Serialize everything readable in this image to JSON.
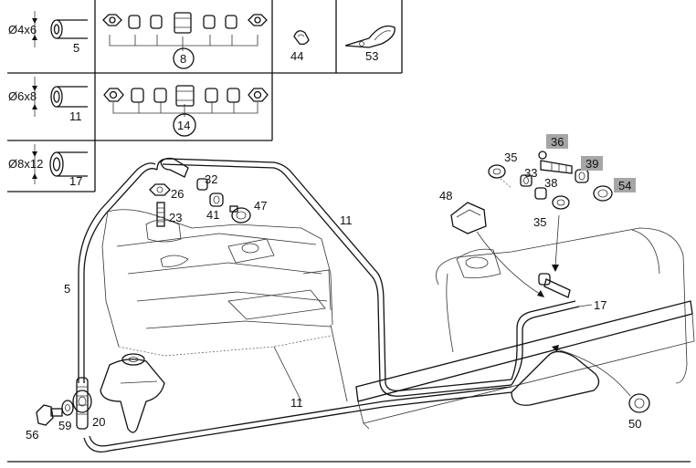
{
  "legend_table": {
    "rows": [
      {
        "size": "Ø4x6",
        "item": "5",
        "group": "8"
      },
      {
        "size": "Ø6x8",
        "item": "11",
        "group": "14"
      },
      {
        "size": "Ø8x12",
        "item": "17"
      }
    ],
    "extra_cells": [
      "44",
      "53"
    ]
  },
  "callouts": {
    "c5": "5",
    "c11a": "11",
    "c11b": "11",
    "c17": "17",
    "c20": "20",
    "c23": "23",
    "c26": "26",
    "c32": "32",
    "c33": "33",
    "c35a": "35",
    "c35b": "35",
    "c36": "36",
    "c38": "38",
    "c39": "39",
    "c41": "41",
    "c47": "47",
    "c48": "48",
    "c50": "50",
    "c54": "54",
    "c56": "56",
    "c59": "59"
  },
  "highlight_color": "#a6a6a6",
  "highlighted_callouts": [
    "36",
    "39",
    "54"
  ]
}
